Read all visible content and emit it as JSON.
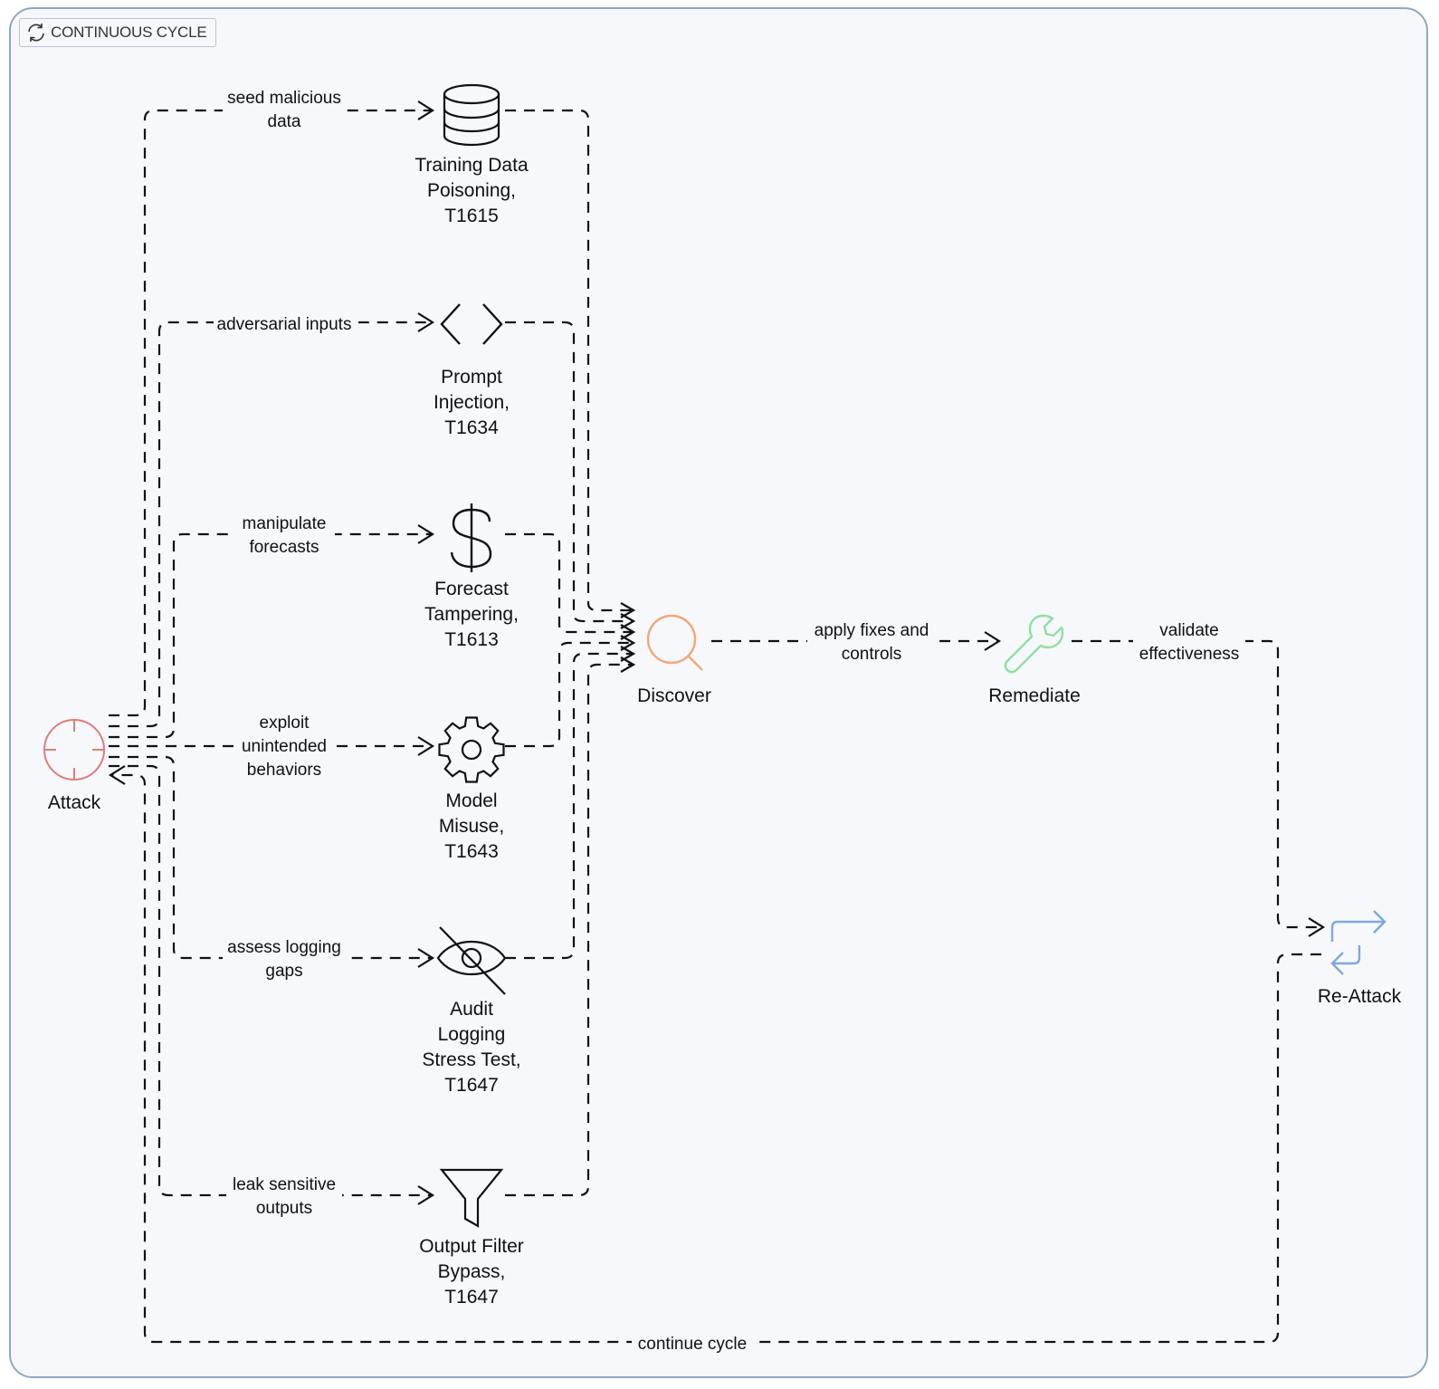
{
  "badge": {
    "label": "CONTINUOUS CYCLE",
    "icon": "refresh-icon"
  },
  "nodes": {
    "attack": {
      "label": "Attack",
      "icon": "crosshair-icon",
      "color": "#e07b7b"
    },
    "training": {
      "lines": [
        "Training Data",
        "Poisoning,",
        "T1615"
      ],
      "icon": "database-icon"
    },
    "prompt": {
      "lines": [
        "Prompt",
        "Injection,",
        "T1634"
      ],
      "icon": "code-brackets-icon"
    },
    "forecast": {
      "lines": [
        "Forecast",
        "Tampering,",
        "T1613"
      ],
      "icon": "dollar-icon"
    },
    "model": {
      "lines": [
        "Model",
        "Misuse,",
        "T1643"
      ],
      "icon": "gear-icon"
    },
    "audit": {
      "lines": [
        "Audit",
        "Logging",
        "Stress Test,",
        "T1647"
      ],
      "icon": "eye-off-icon"
    },
    "output": {
      "lines": [
        "Output Filter",
        "Bypass,",
        "T1647"
      ],
      "icon": "funnel-icon"
    },
    "discover": {
      "label": "Discover",
      "icon": "magnifier-icon",
      "color": "#f0a878"
    },
    "remediate": {
      "label": "Remediate",
      "icon": "wrench-icon",
      "color": "#8fe0a0"
    },
    "reattack": {
      "label": "Re-Attack",
      "icon": "repeat-icon",
      "color": "#7fa8e0"
    }
  },
  "edges": {
    "training": [
      "seed malicious",
      "data"
    ],
    "prompt": [
      "adversarial inputs"
    ],
    "forecast": [
      "manipulate",
      "forecasts"
    ],
    "model": [
      "exploit",
      "unintended",
      "behaviors"
    ],
    "audit": [
      "assess logging",
      "gaps"
    ],
    "output": [
      "leak sensitive",
      "outputs"
    ],
    "discover_remediate": [
      "apply fixes and",
      "controls"
    ],
    "remediate_reattack": [
      "validate",
      "effectiveness"
    ],
    "continue": [
      "continue cycle"
    ]
  }
}
